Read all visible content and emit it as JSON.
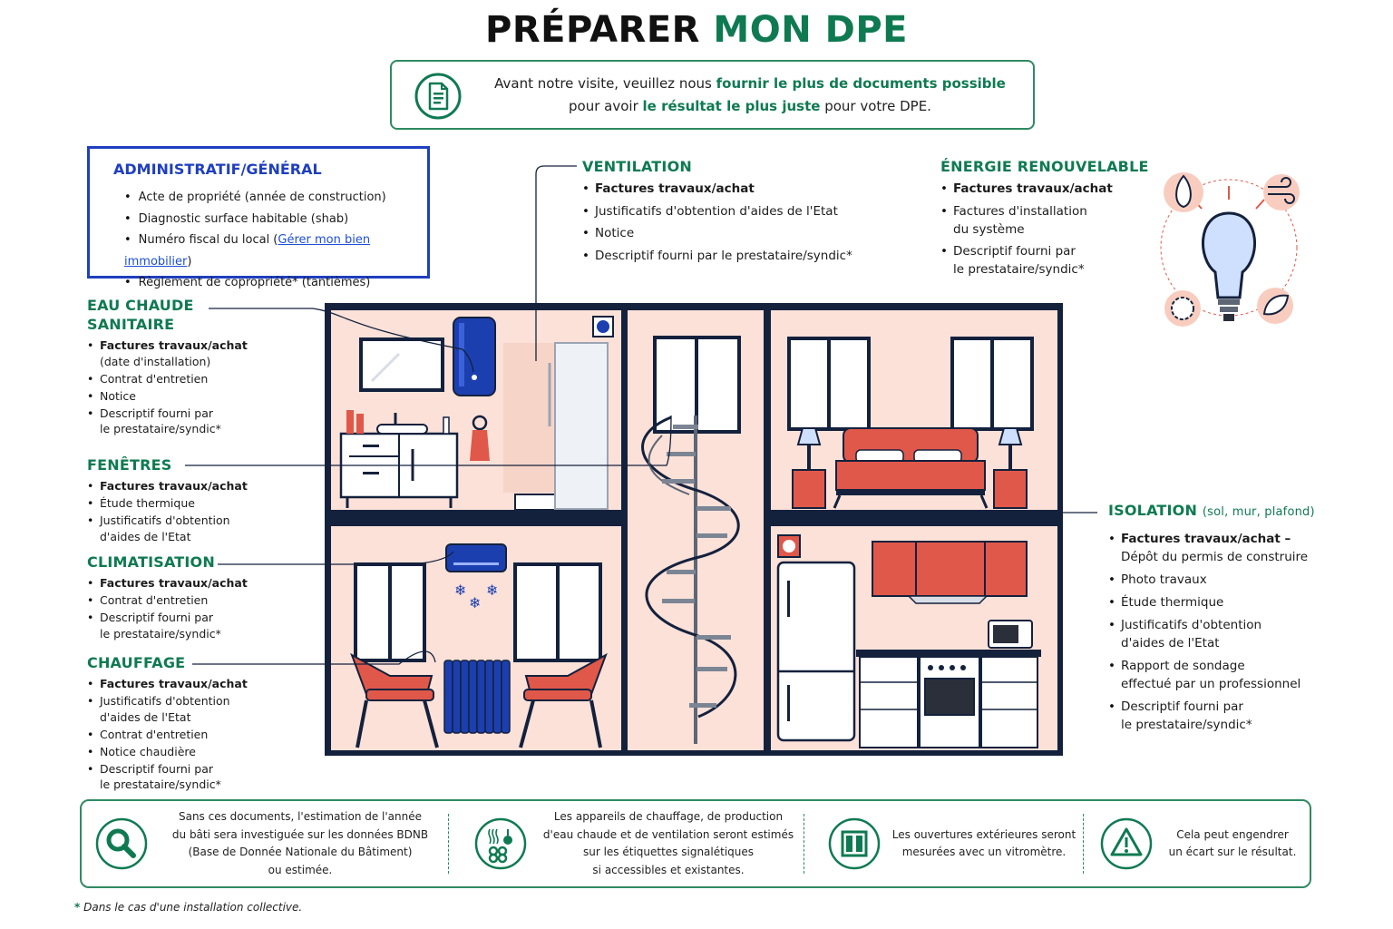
{
  "title": {
    "part1": "PRÉPARER",
    "part2": "MON DPE"
  },
  "intro": {
    "line1_a": "Avant notre visite, veuillez nous ",
    "line1_b": "fournir le plus de documents possible",
    "line2_a": "pour avoir ",
    "line2_b": "le résultat le plus juste",
    "line2_c": " pour votre DPE."
  },
  "admin": {
    "title": "ADMINISTRATIF/GÉNÉRAL",
    "items": [
      "Acte de propriété (année de construction)",
      "Diagnostic surface habitable (shab)",
      "Règlement de copropriété* (tantièmes)"
    ],
    "fiscal_a": "Numéro fiscal du local (",
    "fiscal_link": "Gérer mon bien immobilier",
    "fiscal_c": ")"
  },
  "eau": {
    "title1": "EAU CHAUDE",
    "title2": "SANITAIRE",
    "i0": "Factures travaux/achat",
    "i0b": "(date d'installation)",
    "i1": "Contrat d'entretien",
    "i2": "Notice",
    "i3": "Descriptif fourni par",
    "i3b": "le prestataire/syndic*"
  },
  "fenetres": {
    "title": "FENÊTRES",
    "i0": "Factures travaux/achat",
    "i1": "Étude thermique",
    "i2": "Justificatifs d'obtention",
    "i2b": "d'aides de l'Etat"
  },
  "clim": {
    "title": "CLIMATISATION",
    "i0": "Factures travaux/achat",
    "i1": "Contrat d'entretien",
    "i2": "Descriptif fourni par",
    "i2b": "le prestataire/syndic*"
  },
  "chauffage": {
    "title": "CHAUFFAGE",
    "i0": "Factures travaux/achat",
    "i1": "Justificatifs d'obtention",
    "i1b": "d'aides de l'Etat",
    "i2": "Contrat d'entretien",
    "i3": "Notice chaudière",
    "i4": "Descriptif fourni par",
    "i4b": "le prestataire/syndic*"
  },
  "ventilation": {
    "title": "VENTILATION",
    "i0": "Factures travaux/achat",
    "i1": "Justificatifs d'obtention d'aides de l'Etat",
    "i2": "Notice",
    "i3": "Descriptif fourni par le prestataire/syndic*"
  },
  "energie": {
    "title": "ÉNERGIE RENOUVELABLE",
    "i0": "Factures travaux/achat",
    "i1": "Factures d'installation",
    "i1b": "du système",
    "i2": "Descriptif fourni par",
    "i2b": "le prestataire/syndic*"
  },
  "isolation": {
    "title": "ISOLATION",
    "subtitle": "(sol, mur, plafond)",
    "i0": "Factures travaux/achat –",
    "i0b": "Dépôt du permis de construire",
    "i1": "Photo travaux",
    "i2": "Étude thermique",
    "i3": "Justificatifs d'obtention",
    "i3b": "d'aides de l'Etat",
    "i4": "Rapport de sondage",
    "i4b": "effectué par un professionnel",
    "i5": "Descriptif fourni par",
    "i5b": "le prestataire/syndic*"
  },
  "bottom": {
    "c1_l1": "Sans ces documents, l'estimation de l'année",
    "c1_l2": "du bâti sera investiguée sur les données BDNB",
    "c1_l3": "(Base de Donnée Nationale du Bâtiment)",
    "c1_l4": "ou estimée.",
    "c2_l1": "Les appareils de chauffage, de production",
    "c2_l2": "d'eau chaude et de ventilation seront estimés",
    "c2_l3": "sur les étiquettes signalétiques",
    "c2_l4": "si accessibles et existantes.",
    "c3_l1": "Les ouvertures extérieures seront",
    "c3_l2": "mesurées avec un vitromètre.",
    "c4_l1": "Cela peut engendrer",
    "c4_l2": "un écart sur le résultat."
  },
  "footnote": {
    "star": "*",
    "text": " Dans le cas d'une installation collective."
  },
  "colors": {
    "green": "#0f7a52",
    "blue": "#1f3fbf",
    "navy": "#14213d",
    "coral": "#e0584a",
    "wall": "#fbe1d8"
  },
  "icons": [
    "document-icon",
    "search-icon",
    "appliance-icon",
    "window-icon",
    "warning-icon",
    "lightbulb-icon",
    "flame-icon",
    "wind-icon",
    "sun-icon",
    "leaf-icon"
  ]
}
